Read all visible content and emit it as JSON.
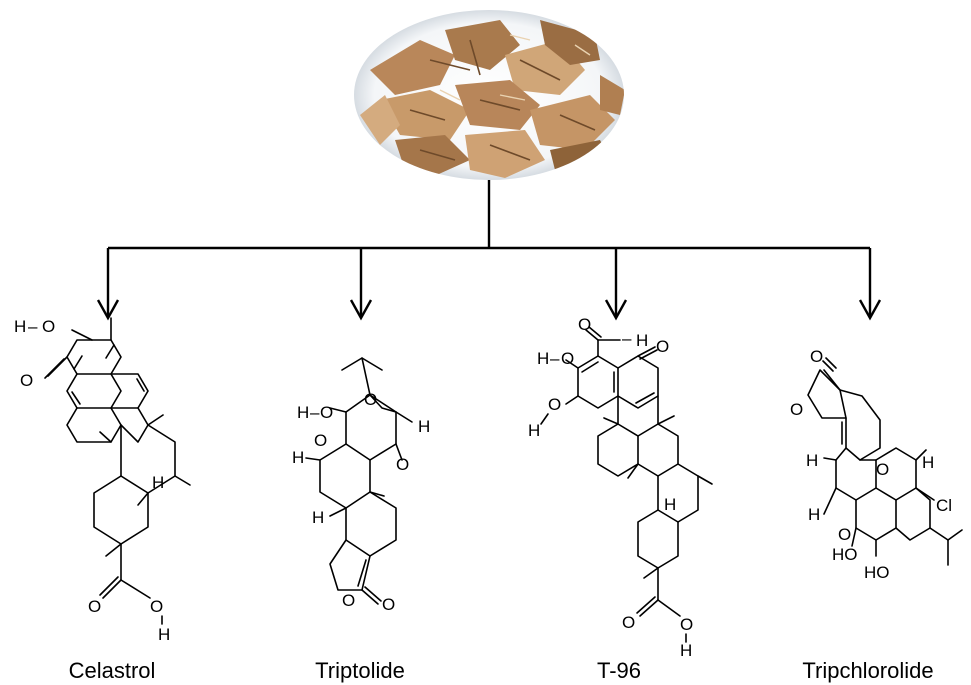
{
  "compounds": [
    {
      "name": "Celastrol"
    },
    {
      "name": "Triptolide"
    },
    {
      "name": "T-96"
    },
    {
      "name": "Tripchlorolide"
    }
  ],
  "atom_labels": {
    "hydroxyl_h": "H",
    "hydroxyl_o": "O",
    "oxo": "O",
    "hydrogen": "H",
    "chlorine": "Cl",
    "hydroxyl_ho": "HO"
  },
  "photo": {
    "subject": "dried root slices"
  }
}
